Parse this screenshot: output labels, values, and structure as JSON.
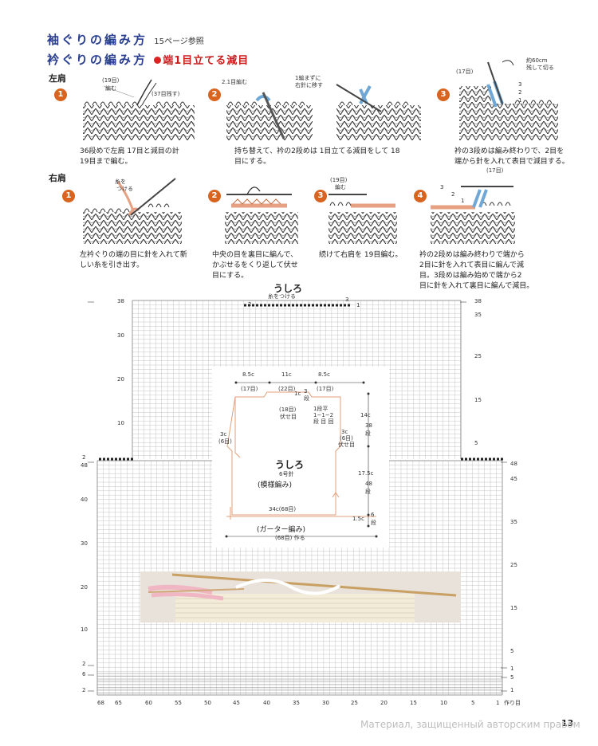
{
  "header": {
    "title_armhole": "袖ぐりの編み方",
    "ref_page": "15ページ参照",
    "title_neck": "衿ぐりの編み方",
    "neck_method": "端1目立てる減目"
  },
  "left_shoulder": {
    "label": "左肩",
    "steps": [
      {
        "num": "1",
        "labels": [
          "(19目)",
          "編む",
          "(37目残す)"
        ],
        "caption_lines": [
          "36段めで左肩 17目と減目の計",
          "19目まで編む。"
        ]
      },
      {
        "num": "2",
        "labels": [
          "2.1目編む",
          "1編まずに",
          "右針に移す"
        ],
        "caption_lines": [
          "持ち替えて、衿の2段めは 1目立てる減目をして 18",
          "目にする。"
        ]
      },
      {
        "num": "3",
        "labels": [
          "(17目)",
          "約60cm",
          "残して切る",
          "3",
          "2",
          "1"
        ],
        "caption_lines": [
          "衿の3段めは編み終わりで、2目を",
          "端から針を入れて表目で減目する。"
        ]
      }
    ]
  },
  "right_shoulder": {
    "label": "右肩",
    "steps": [
      {
        "num": "1",
        "labels": [
          "糸を",
          "つける"
        ],
        "caption_lines": [
          "左衿ぐりの端の目に針を入れて新",
          "しい糸を引き出す。"
        ]
      },
      {
        "num": "2",
        "labels": [],
        "caption_lines": [
          "中央の目を裏目に編んで、",
          "かぶせるをくり返して伏せ",
          "目にする。"
        ]
      },
      {
        "num": "3",
        "labels": [
          "(19目)",
          "編む"
        ],
        "caption_lines": [
          "続けて右肩を 19目編む。"
        ]
      },
      {
        "num": "4",
        "labels": [
          "(17目)",
          "3",
          "2",
          "1"
        ],
        "caption_lines": [
          "衿の2段めは編み終わりで端から",
          "2目に針を入れて表目に編んで減",
          "目。3段めは編み始めで端から2",
          "目に針を入れて裏目に編んで減目。"
        ]
      }
    ]
  },
  "chart": {
    "title_back": "うしろ",
    "attach_yarn": "糸をつける",
    "top_marks": {
      "left": "2",
      "right": "3",
      "right2": "1"
    },
    "left_scale_upper": [
      "38",
      "30",
      "20",
      "10",
      "2"
    ],
    "right_scale_upper": [
      "38",
      "35",
      "25",
      "15",
      "5"
    ],
    "left_scale_lower": [
      "48",
      "40",
      "30",
      "20",
      "10",
      "2",
      "6",
      "2"
    ],
    "right_scale_lower": [
      "48",
      "45",
      "35",
      "25",
      "15",
      "5",
      "1",
      "5",
      "1"
    ],
    "bottom_scale": [
      "68",
      "65",
      "60",
      "55",
      "50",
      "45",
      "40",
      "35",
      "30",
      "25",
      "20",
      "15",
      "10",
      "5",
      "1"
    ],
    "bottom_suffix": "作り目"
  },
  "schematic": {
    "top_left": {
      "cm": "8.5c",
      "st": "(17目)"
    },
    "top_mid": {
      "cm": "11c",
      "st": "(22目)"
    },
    "top_right": {
      "cm": "8.5c",
      "st": "(17目)"
    },
    "neck_rows": {
      "cm": "1c",
      "rows": "3",
      "suffix": "段"
    },
    "bind_off": {
      "st": "(18目)",
      "label": "伏せ目"
    },
    "row_detail": {
      "a": "1段平",
      "b": "1−1−2",
      "c": "段 目 回"
    },
    "armhole_left": {
      "cm": "3c",
      "st": "(6目)"
    },
    "armhole_right": {
      "cm": "3c",
      "st": "(6目)",
      "label": "伏せ目"
    },
    "upper_height": {
      "cm": "14c",
      "rows": "38",
      "suffix": "段"
    },
    "lower_height": {
      "cm": "17.5c",
      "rows": "48",
      "suffix": "段"
    },
    "garter_height": {
      "cm": "1.5c",
      "rows": "6",
      "suffix": "段"
    },
    "center_title": "うしろ",
    "needle": "6号針",
    "pattern": "(模様編み)",
    "hip": {
      "cm": "34c",
      "st": "(68目)"
    },
    "garter": "(ガーター編み)",
    "cast_on": "(68目) 作る"
  },
  "footer": {
    "page_number": "13",
    "watermark": "Материал, защищенный авторским правом"
  },
  "colors": {
    "title_blue": "#2a3f8f",
    "accent_red": "#c81d1d",
    "step_orange": "#d9641f",
    "schematic_line": "#e0a07a",
    "grid_line": "#b6b6b6"
  }
}
